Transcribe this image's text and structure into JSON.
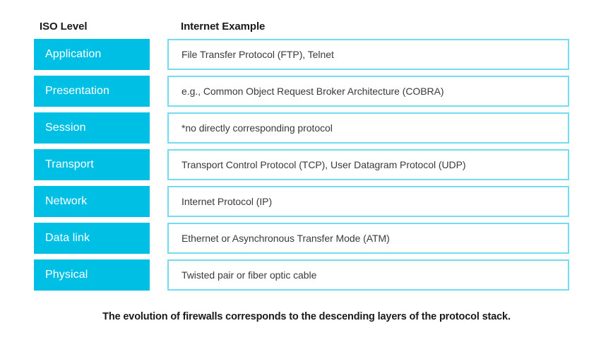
{
  "table": {
    "headers": {
      "iso_level": "ISO Level",
      "internet_example": "Internet Example"
    },
    "rows": [
      {
        "level": "Application",
        "example": "File Transfer Protocol (FTP), Telnet"
      },
      {
        "level": "Presentation",
        "example": "e.g., Common Object Request Broker Architecture (COBRA)"
      },
      {
        "level": "Session",
        "example": "*no directly corresponding protocol"
      },
      {
        "level": "Transport",
        "example": "Transport Control Protocol (TCP), User Datagram Protocol (UDP)"
      },
      {
        "level": "Network",
        "example": "Internet Protocol (IP)"
      },
      {
        "level": "Data link",
        "example": "Ethernet or Asynchronous Transfer Mode (ATM)"
      },
      {
        "level": "Physical",
        "example": "Twisted pair or fiber optic cable"
      }
    ]
  },
  "caption": "The evolution of firewalls corresponds to the descending layers of the protocol stack.",
  "colors": {
    "level_fill": "#00bfe4",
    "level_text": "#ffffff",
    "example_border": "#74dcf2",
    "example_text": "#3a3a3a",
    "background": "#ffffff",
    "heading_text": "#1a1a1a"
  }
}
